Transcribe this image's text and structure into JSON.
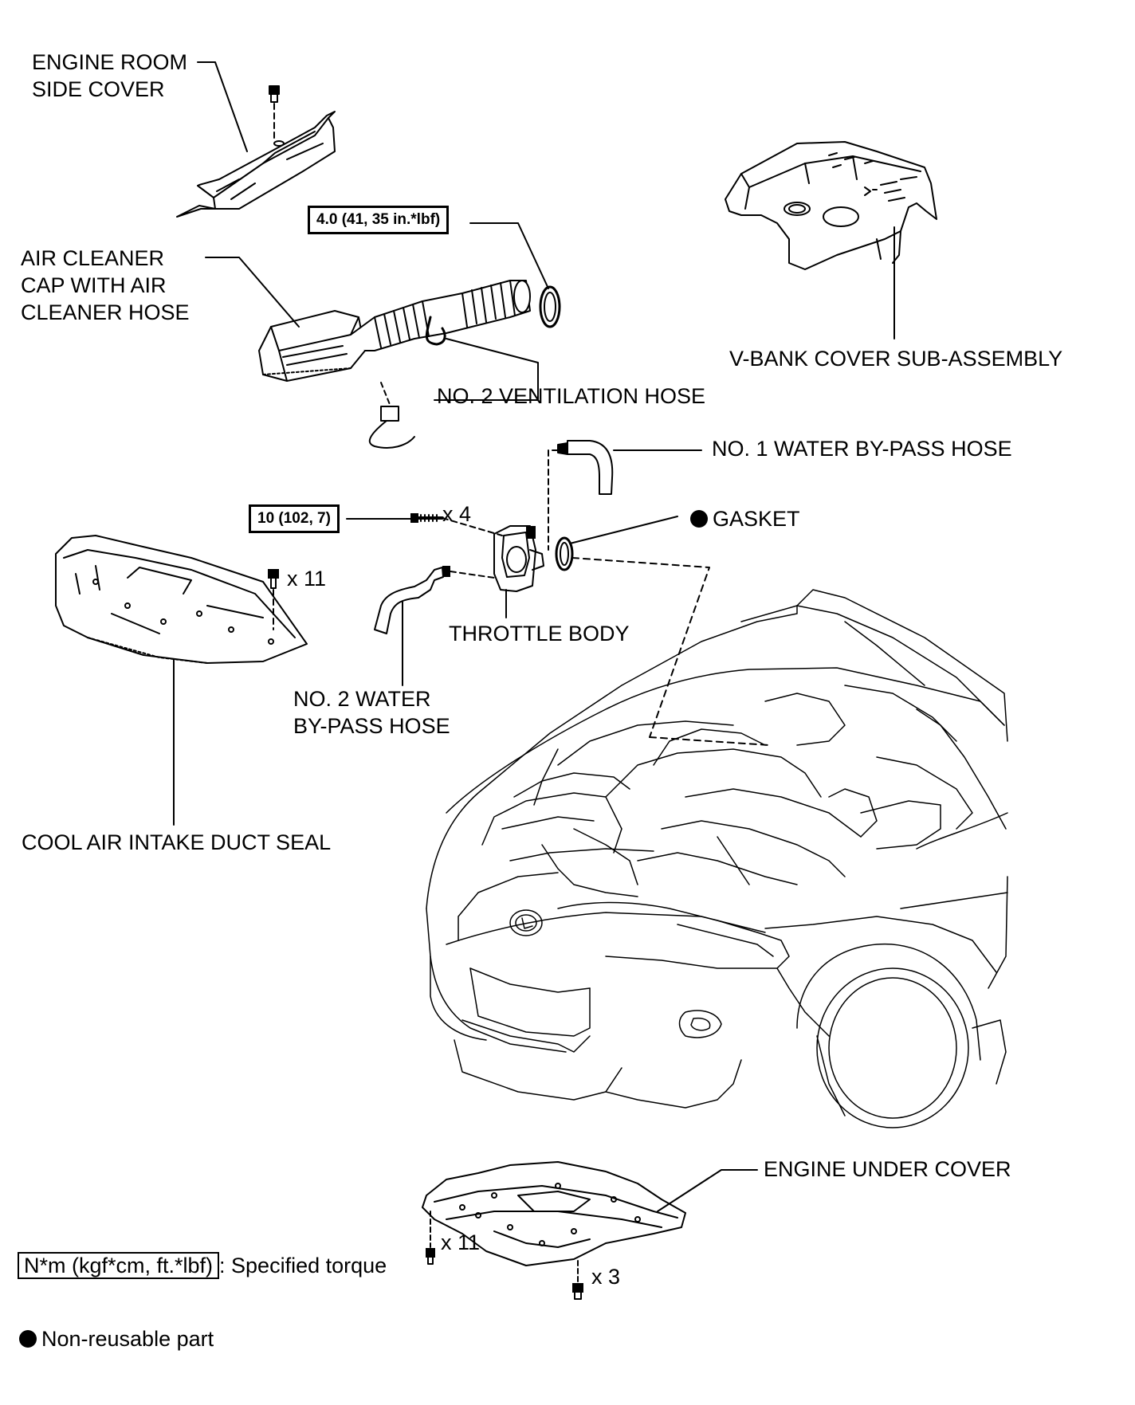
{
  "labels": {
    "engine_room_side_cover": [
      "ENGINE ROOM",
      "SIDE COVER"
    ],
    "air_cleaner_cap": [
      "AIR CLEANER",
      "CAP WITH AIR",
      "CLEANER HOSE"
    ],
    "no2_ventilation_hose": "NO. 2 VENTILATION HOSE",
    "v_bank_cover": "V-BANK COVER SUB-ASSEMBLY",
    "no1_water_bypass_hose": "NO. 1 WATER BY-PASS HOSE",
    "gasket": "GASKET",
    "throttle_body": "THROTTLE BODY",
    "no2_water_bypass_hose": [
      "NO. 2 WATER",
      "BY-PASS HOSE"
    ],
    "cool_air_intake_duct_seal": "COOL AIR INTAKE DUCT SEAL",
    "engine_under_cover": "ENGINE UNDER COVER"
  },
  "torques": {
    "clamp": "4.0 (41, 35 in.*lbf)",
    "throttle_bolt": "10 (102, 7)"
  },
  "quantities": {
    "throttle_bolts": "x 4",
    "duct_seal_clips": "x 11",
    "under_cover_clips": "x 11",
    "under_cover_bolts": "x 3"
  },
  "legend": {
    "torque_unit": "N*m (kgf*cm, ft.*lbf)",
    "torque_desc": ": Specified torque",
    "nonreusable_desc": "Non-reusable part"
  },
  "icons": {
    "nonreusable": "filled-circle-icon"
  }
}
